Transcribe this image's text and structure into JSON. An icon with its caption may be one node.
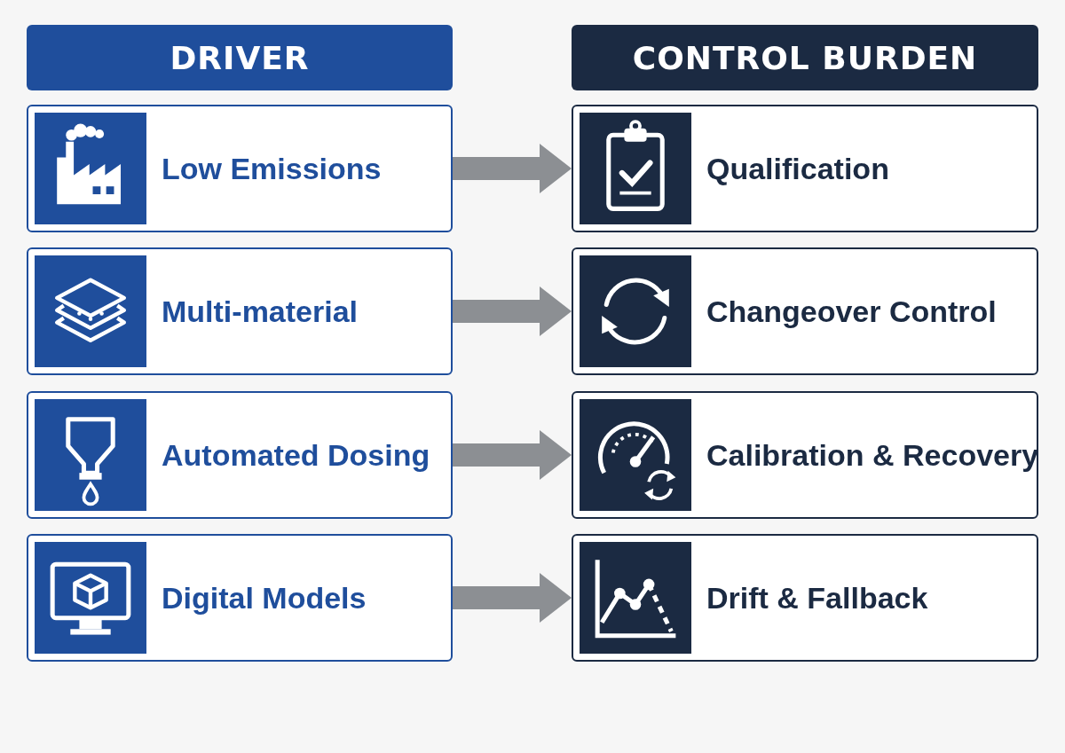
{
  "diagram": {
    "nodes": [
      {
        "text": [
          "DRIVER"
        ]
      },
      {
        "text": [
          "CONTROL BURDEN"
        ]
      },
      {
        "text": [
          "Low Emissions"
        ]
      },
      {
        "text": [
          "Qualification"
        ]
      },
      {
        "text": [
          "Multi-material"
        ]
      },
      {
        "text": [
          "Changeover Control"
        ]
      },
      {
        "text": [
          "Automated Dosing"
        ]
      },
      {
        "text": [
          "Calibration & Recovery"
        ]
      },
      {
        "text": [
          "Digital Models"
        ]
      },
      {
        "text": [
          "Drift & Fallback"
        ]
      }
    ],
    "edges": [
      {
        "from": 2,
        "to": 3,
        "arrow": "to"
      },
      {
        "from": 4,
        "to": 5,
        "arrow": "to"
      },
      {
        "from": 6,
        "to": 7,
        "arrow": "to"
      },
      {
        "from": 8,
        "to": 9,
        "arrow": "to"
      }
    ]
  }
}
